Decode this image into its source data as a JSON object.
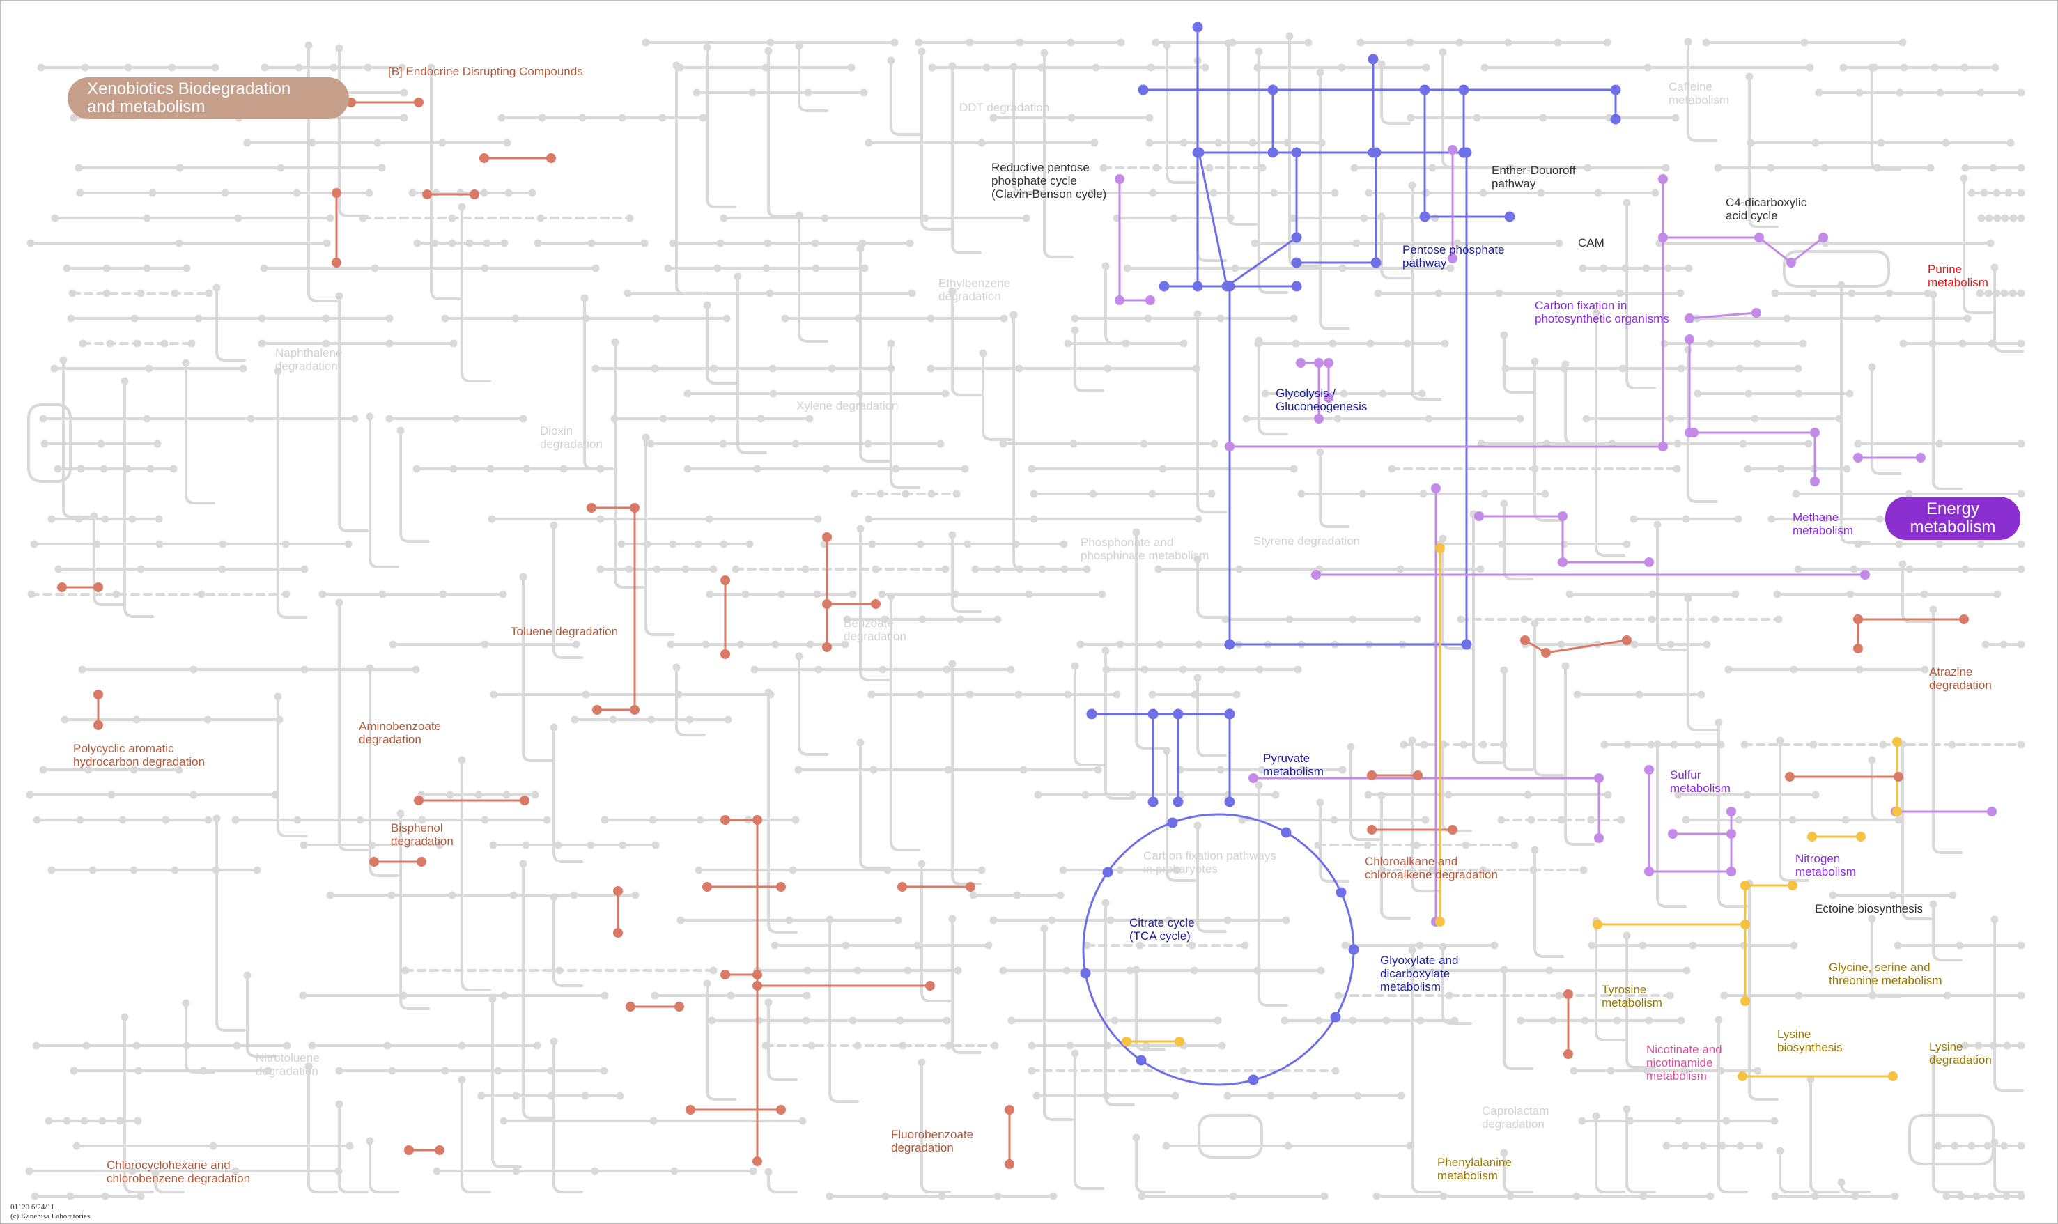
{
  "map_id": "01120 6/24/11",
  "copyright": "(c) Kanehisa Laboratories",
  "category_pills": [
    {
      "id": "xenobiotics",
      "label": "Xenobiotics Biodegradation\nand metabolism",
      "color": "#c7a08c"
    },
    {
      "id": "energy",
      "label": "Energy\nmetabolism",
      "color": "#8b2fd0"
    }
  ],
  "colors": {
    "background_network": "#d9d9d9",
    "xenobiotics": "#d97a66",
    "energy_highlight": "#6f6fe8",
    "energy_light": "#c48ae8",
    "amino_acid": "#f5c242",
    "xenobiotics_text": "#b25a3a",
    "energy_text": "#8a2be2",
    "highlight_text": "#1d1d9a"
  },
  "labels": {
    "endocrine": "[B] Endocrine Disrupting Compounds",
    "ddt": "DDT degradation",
    "caffeine": "Caffeine\nmetabolism",
    "reductive_pentose": "Reductive pentose\nphosphate cycle\n(Clavin-Benson cycle)",
    "entner": "Enther-Douoroff\npathway",
    "c4_dicarboxylic": "C4-dicarboxylic\nacid cycle",
    "cam": "CAM",
    "purine": "Purine\nmetabolism",
    "pentose_phosphate": "Pentose phosphate\npathway",
    "carbon_fixation_photo": "Carbon fixation in\nphotosynthetic organisms",
    "ethylbenzene": "Ethylbenzene\ndegradation",
    "naphthalene": "Naphthalene\ndegradation",
    "dioxin": "Dioxin\ndegradation",
    "xylene": "Xylene degradation",
    "glycolysis": "Glycolysis /\nGluconeogenesis",
    "methane": "Methane\nmetabolism",
    "phosphonate": "Phosphonate and\nphosphinate metabolism",
    "styrene": "Styrene degradation",
    "benzoate": "Benzoate\ndegradation",
    "toluene": "Toluene degradation",
    "atrazine": "Atrazine\ndegradation",
    "polycyclic": "Polycyclic aromatic\nhydrocarbon degradation",
    "aminobenzoate": "Aminobenzoate\ndegradation",
    "pyruvate": "Pyruvate\nmetabolism",
    "sulfur": "Sulfur\nmetabolism",
    "bisphenol": "Bisphenol\ndegradation",
    "carbon_fixation_prok": "Carbon fixation pathways\nin prokaryotes",
    "chloroalkane": "Chloroalkane and\nchloroalkene degradation",
    "nitrogen": "Nitrogen\nmetabolism",
    "ectoine": "Ectoine biosynthesis",
    "citrate": "Citrate cycle\n(TCA cycle)",
    "glyoxylate": "Glyoxylate and\ndicarboxylate\nmetabolism",
    "tyrosine": "Tyrosine\nmetabolism",
    "glycine": "Glycine, serine and\nthreonine metabolism",
    "nitrotoluene": "Nitrotoluene\ndegradation",
    "nicotinate": "Nicotinate and\nnicotinamide\nmetabolism",
    "lysine_bio": "Lysine\nbiosynthesis",
    "lysine_deg": "Lysine\ndegradation",
    "caprolactam": "Caprolactam\ndegradation",
    "fluorobenzoate": "Fluorobenzoate\ndegradation",
    "chlorocyclohexane": "Chlorocyclohexane and\nchlorobenzene degradation",
    "phenylalanine": "Phenylalanine\nmetabolism"
  }
}
